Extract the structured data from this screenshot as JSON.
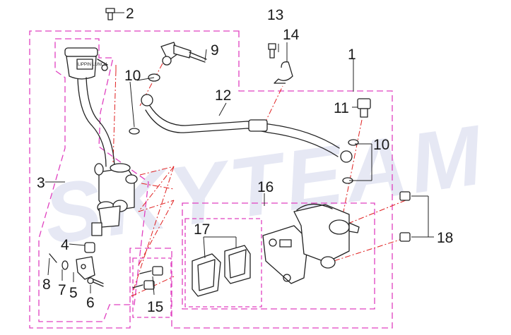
{
  "watermark": "SKYTEAM",
  "reservoir_label": "LIPPIN LUNCH",
  "callouts": [
    {
      "id": "c1",
      "label": "1"
    },
    {
      "id": "c2",
      "label": "2"
    },
    {
      "id": "c3",
      "label": "3"
    },
    {
      "id": "c4",
      "label": "4"
    },
    {
      "id": "c5",
      "label": "5"
    },
    {
      "id": "c6",
      "label": "6"
    },
    {
      "id": "c7",
      "label": "7"
    },
    {
      "id": "c8",
      "label": "8"
    },
    {
      "id": "c9",
      "label": "9"
    },
    {
      "id": "c10a",
      "label": "10"
    },
    {
      "id": "c10b",
      "label": "10"
    },
    {
      "id": "c11",
      "label": "11"
    },
    {
      "id": "c12",
      "label": "12"
    },
    {
      "id": "c13",
      "label": "13"
    },
    {
      "id": "c14",
      "label": "14"
    },
    {
      "id": "c15",
      "label": "15"
    },
    {
      "id": "c16",
      "label": "16"
    },
    {
      "id": "c17",
      "label": "17"
    },
    {
      "id": "c18",
      "label": "18"
    }
  ]
}
